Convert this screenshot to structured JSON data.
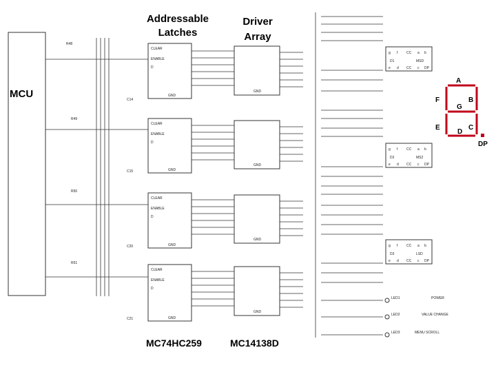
{
  "headings": {
    "latches": "Addressable\nLatches",
    "driver": "Driver\nArray",
    "mcu": "MCU",
    "latch_part": "MC74HC259",
    "driver_part": "MC14138D"
  },
  "colors": {
    "segment_red": "#c0001a",
    "wire": "#333333",
    "text": "#000000"
  },
  "segment_legend": {
    "A": "A",
    "B": "B",
    "C": "C",
    "D": "D",
    "E": "E",
    "F": "F",
    "G": "G",
    "DP": "DP"
  },
  "latches": [
    {
      "ref": "C14"
    },
    {
      "ref": "C15"
    },
    {
      "ref": "C20"
    },
    {
      "ref": "C21"
    }
  ],
  "resistors_left": [
    "R48",
    "R49",
    "R50",
    "R51"
  ],
  "displays": [
    "MSD",
    "MS2",
    "LSD"
  ],
  "leds": [
    {
      "name": "LED1",
      "label": "POWER"
    },
    {
      "name": "LED2",
      "label": "VALUE CHANGE"
    },
    {
      "name": "LED3",
      "label": "MENU SCROLL"
    }
  ]
}
